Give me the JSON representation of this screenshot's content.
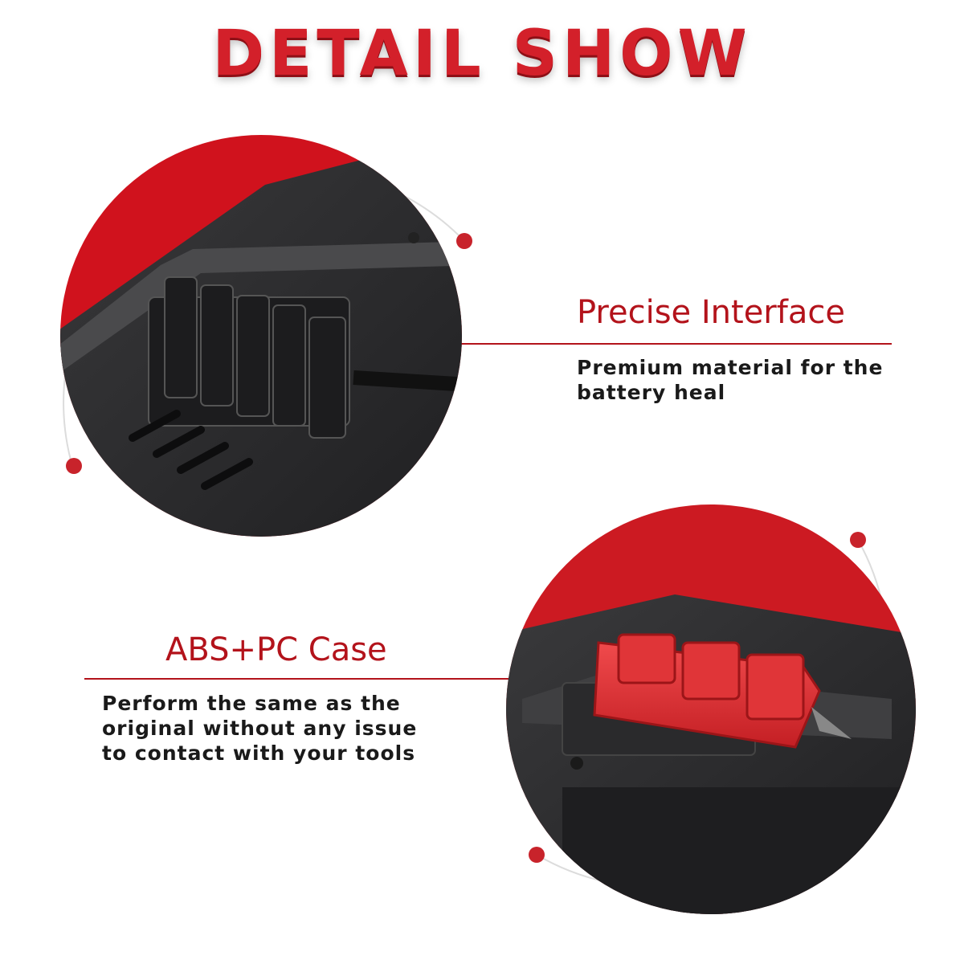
{
  "title": "DETAIL SHOW",
  "colors": {
    "accent_red": "#d3202a",
    "dark_red": "#b3131b",
    "battery_black": "#2b2b2d",
    "latch_red": "#e8383b"
  },
  "features": [
    {
      "heading": "Precise Interface",
      "description_lines": [
        "Premium material for the",
        "battery heal"
      ],
      "image": "battery-terminal-interface-closeup"
    },
    {
      "heading": "ABS+PC Case",
      "description_lines": [
        "Perform the same as the",
        "original without any issue",
        "to contact with your tools"
      ],
      "image": "battery-release-latch-closeup"
    }
  ]
}
